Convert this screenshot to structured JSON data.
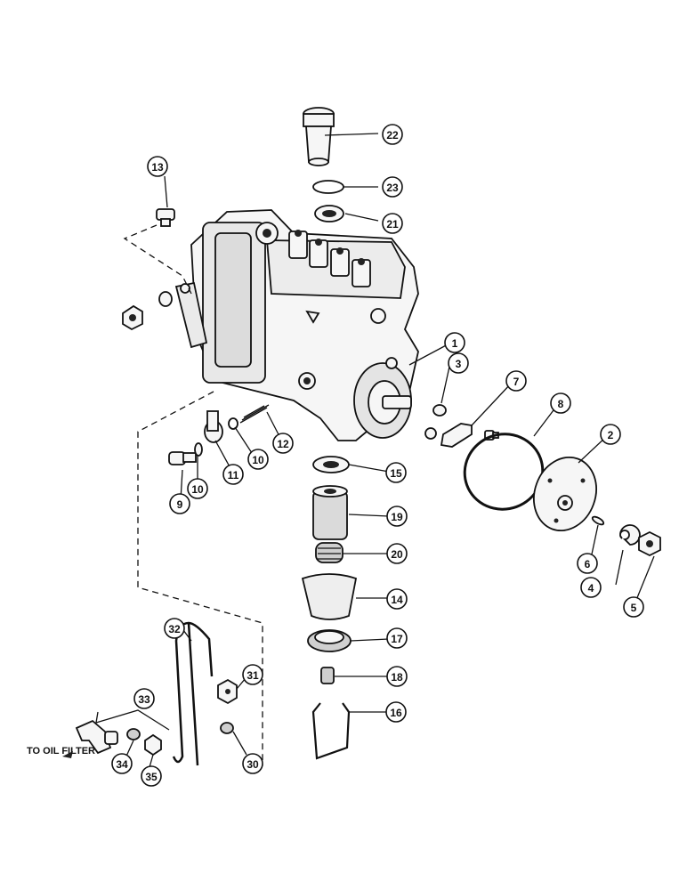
{
  "callouts": [
    "1",
    "2",
    "3",
    "4",
    "5",
    "6",
    "7",
    "8",
    "9",
    "10",
    "10",
    "11",
    "12",
    "13",
    "14",
    "15",
    "16",
    "17",
    "18",
    "19",
    "20",
    "21",
    "22",
    "23",
    "30",
    "31",
    "32",
    "33",
    "34",
    "35"
  ],
  "note": "TO OIL FILTER"
}
